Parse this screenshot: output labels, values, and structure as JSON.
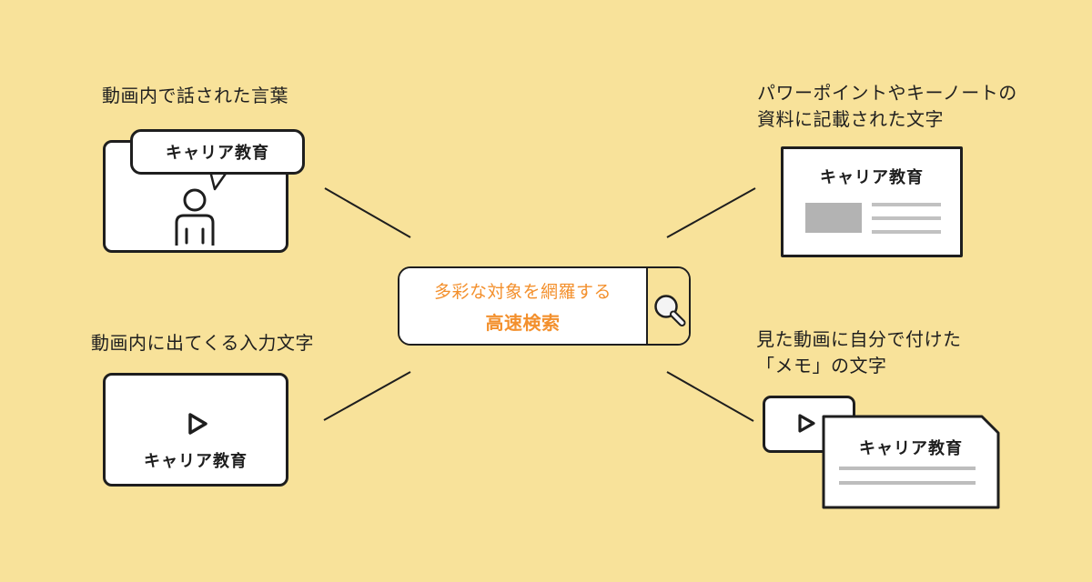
{
  "canvas": {
    "background_color": "#F8E29A",
    "ink_color": "#1E1E1E",
    "accent_color": "#F3902D",
    "placeholder_gray": "#B3B3B3",
    "line_gray": "#C1C1C1"
  },
  "center_search": {
    "tagline": "多彩な対象を網羅する",
    "keyword": "高速検索",
    "icon": "magnifier-icon"
  },
  "nodes": {
    "top_left": {
      "label": "動画内で話された言葉",
      "bubble_text": "キャリア教育",
      "icon": "person-icon"
    },
    "top_right": {
      "label_line1": "パワーポイントやキーノートの",
      "label_line2": "資料に記載された文字",
      "slide_title": "キャリア教育"
    },
    "bottom_left": {
      "label": "動画内に出てくる入力文字",
      "caption": "キャリア教育",
      "icon": "play-icon"
    },
    "bottom_right": {
      "label_line1": "見た動画に自分で付けた",
      "label_line2": "「メモ」の文字",
      "note_title": "キャリア教育",
      "icon": "play-icon"
    }
  }
}
